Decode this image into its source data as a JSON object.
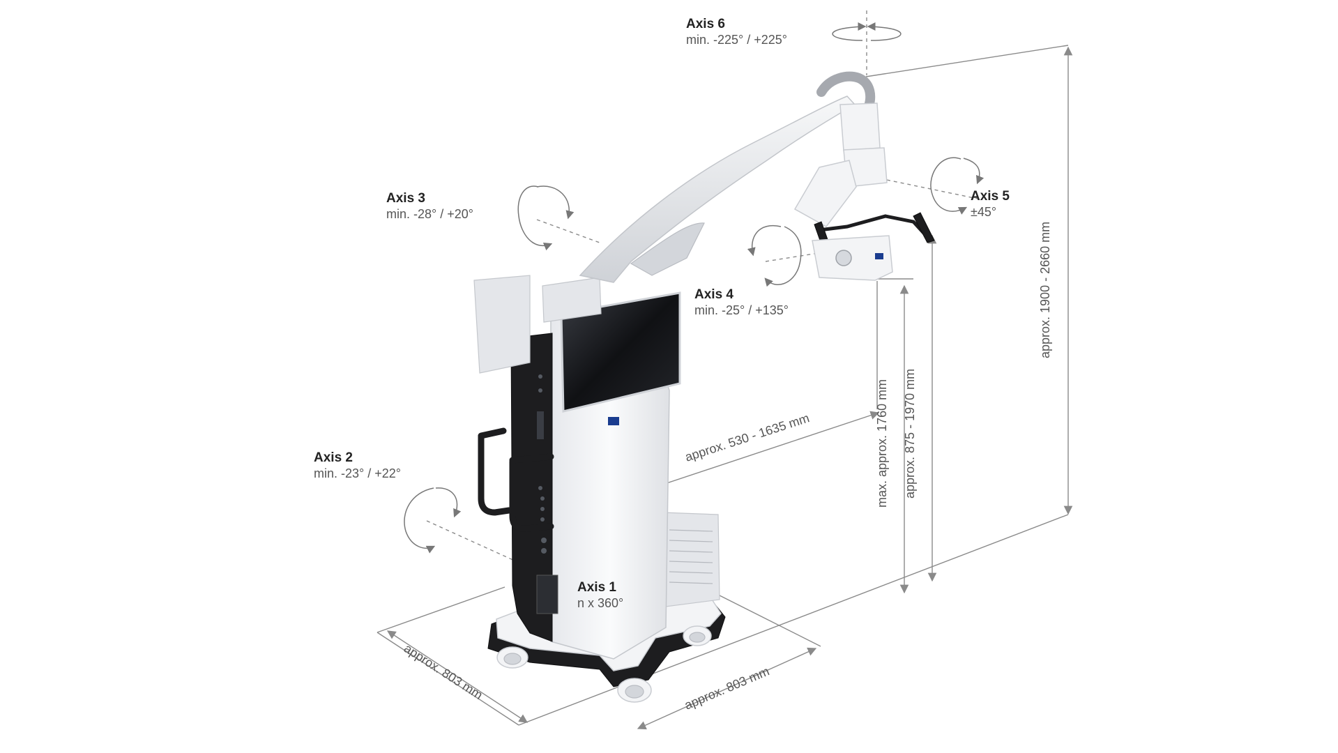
{
  "axes": [
    {
      "id": "axis6",
      "title": "Axis 6",
      "range": "min. -225° / +225°"
    },
    {
      "id": "axis3",
      "title": "Axis 3",
      "range": "min. -28° / +20°"
    },
    {
      "id": "axis5",
      "title": "Axis 5",
      "range": "±45°"
    },
    {
      "id": "axis4",
      "title": "Axis 4",
      "range": "min. -25° / +135°"
    },
    {
      "id": "axis2",
      "title": "Axis 2",
      "range": "min. -23° / +22°"
    },
    {
      "id": "axis1",
      "title": "Axis 1",
      "range": "n x 360°"
    }
  ],
  "dimensions": {
    "reach": "approx. 530 - 1635 mm",
    "max_height": "max. approx. 1760 mm",
    "working_height": "approx. 875 - 1970 mm",
    "total_height": "approx. 1900 - 2660 mm",
    "base_left": "approx. 803 mm",
    "base_right": "approx. 803 mm"
  },
  "colors": {
    "dimension_lines": "#8a8a8a",
    "label_title": "#222222",
    "label_text": "#555555",
    "device_body": "#f3f4f6",
    "device_dark": "#1d1d1f",
    "brand_accent": "#1a3c8f"
  }
}
